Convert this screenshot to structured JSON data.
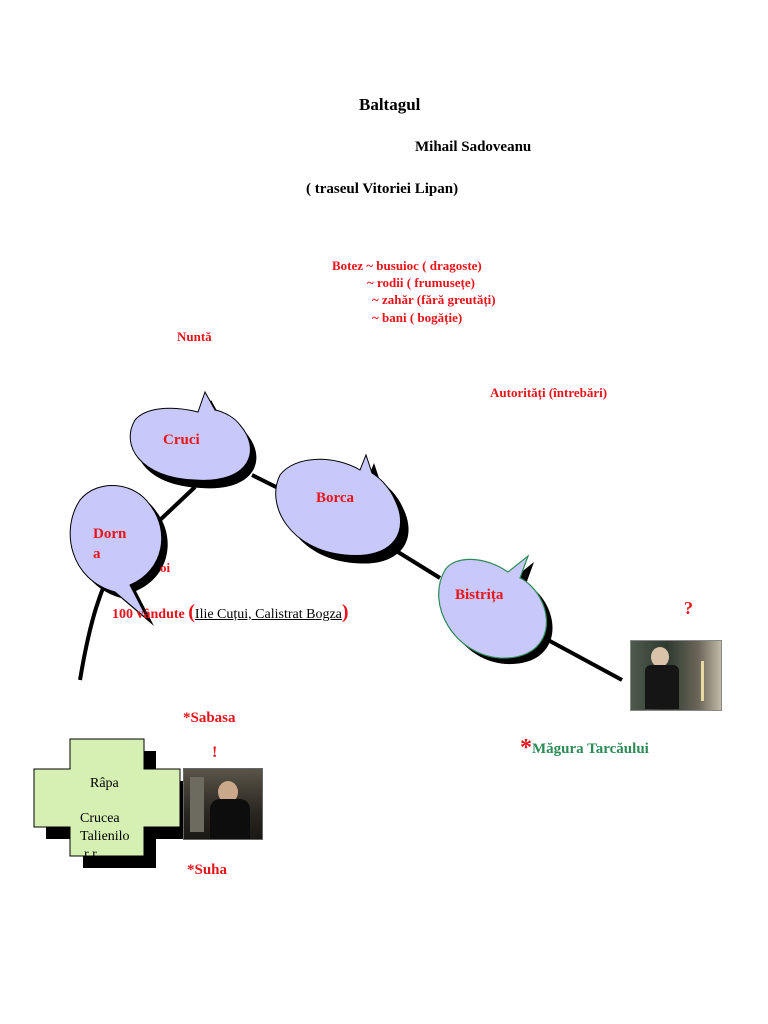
{
  "header": {
    "title": "Baltagul",
    "author": "Mihail Sadoveanu",
    "subtitle": "( traseul Vitoriei Lipan)"
  },
  "symbols": {
    "botez": [
      "Botez ~ busuioc ( dragoste)",
      "~  rodii  ( frumusețe)",
      "~  zahăr (fără greutăți)",
      "~  bani ( bogăție)"
    ],
    "nunta": "Nuntă",
    "autoritati": "Autorități (întrebări)"
  },
  "stops": {
    "cruci": "Cruci",
    "borca": "Borca",
    "dorna_line1": "Dorn",
    "dorna_line2": "a",
    "bistrita": "Bistrița"
  },
  "notes": {
    "oi": "oi",
    "vandute_prefix": "100 vândute",
    "paren_open": "(",
    "names": "Ilie Cuțui, Calistrat Bogza",
    "paren_close": ")",
    "question": "?",
    "sabasa": "*Sabasa",
    "exclaim": "!",
    "suha": "*Suha",
    "magura_star": "*",
    "magura": "Măgura Tarcăului"
  },
  "cross": {
    "line1": "Râpa",
    "line2": "Crucea",
    "line3": "Talienilo",
    "line4": "r  r"
  },
  "colors": {
    "accent_red": "#e8141c",
    "bubble_fill": "#c8c8fa",
    "bubble_fill_green_edge": "#2e8b57",
    "cross_fill": "#d6f0b4",
    "magura_green": "#2e8b57"
  }
}
